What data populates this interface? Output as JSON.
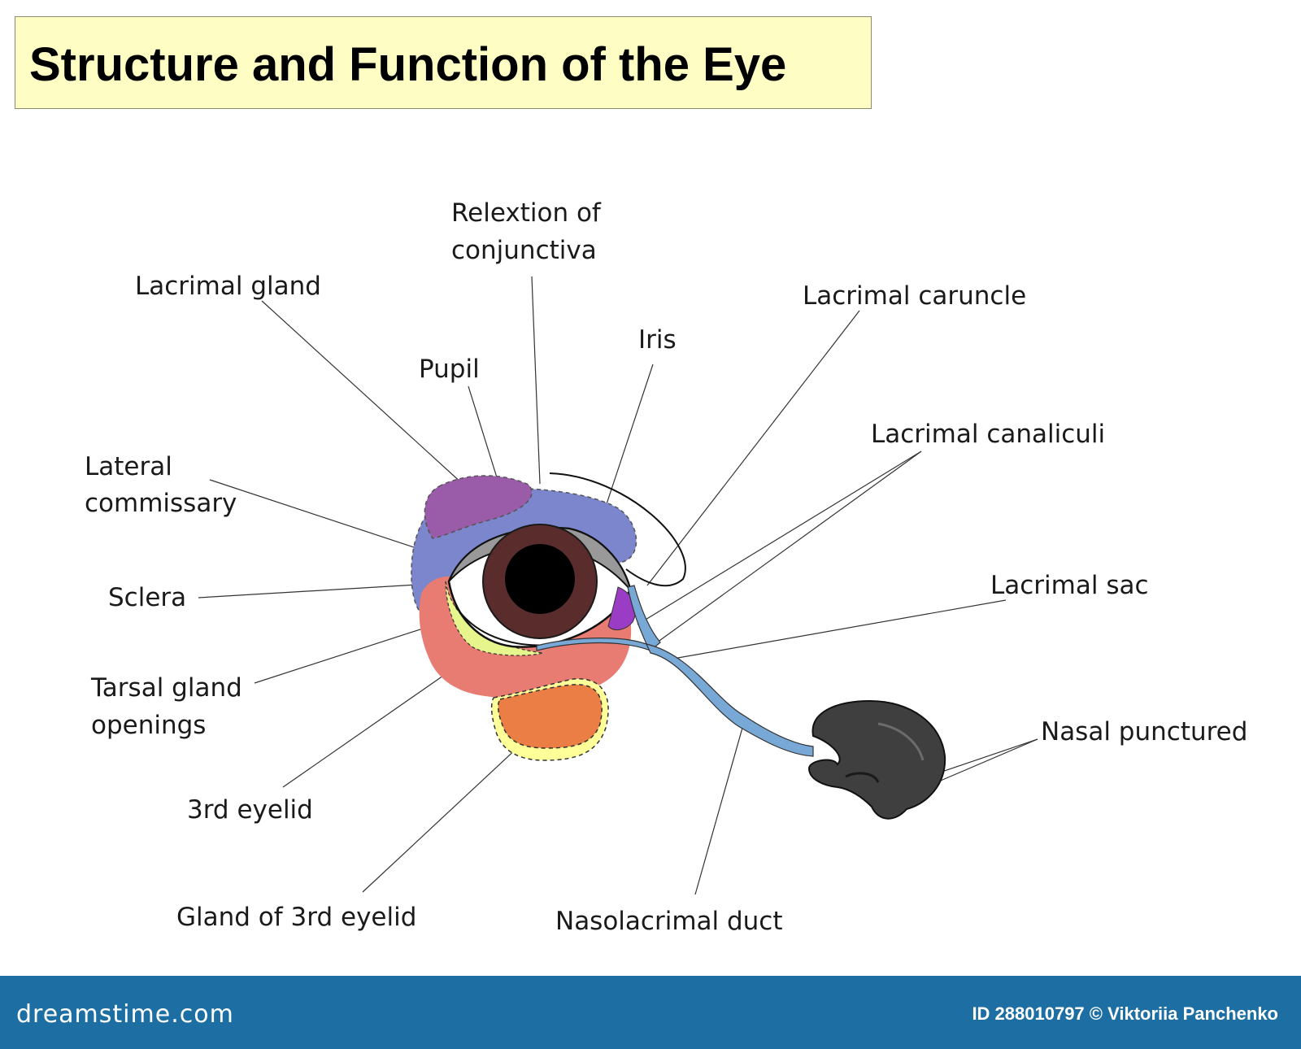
{
  "title": "Structure and Function of the Eye",
  "labels": {
    "relextion_line1": "Relextion of",
    "relextion_line2": "conjunctiva",
    "lacrimal_gland": "Lacrimal gland",
    "lacrimal_caruncle": "Lacrimal caruncle",
    "iris": "Iris",
    "pupil": "Pupil",
    "lacrimal_canaliculi": "Lacrimal canaliculi",
    "lateral_commissary_line1": "Lateral",
    "lateral_commissary_line2": "commissary",
    "lacrimal_sac": "Lacrimal sac",
    "sclera": "Sclera",
    "tarsal_gland_line1": "Tarsal gland",
    "tarsal_gland_line2": "openings",
    "nasal_punctured": "Nasal punctured",
    "third_eyelid": "3rd eyelid",
    "gland_third_eyelid": "Gland of 3rd eyelid",
    "nasolacrimal_duct": "Nasolacrimal duct"
  },
  "footer": {
    "logo": "dreamstime.com",
    "credit": "ID 288010797 © Viktoriia Panchenko"
  },
  "colors": {
    "title_bg": "#fdfdc4",
    "footer_bg": "#1d6fa3",
    "lacrimal_gland": "#9a5ca8",
    "conjunctiva": "#7b86cc",
    "third_eyelid": "#e97c72",
    "gland_third_eyelid": "#ea7e45",
    "tarsal_gland": "#e6f58c",
    "iris": "#5b2c2c",
    "caruncle": "#9b3cc4",
    "duct": "#78a9d6",
    "nose": "#3f3f3f"
  }
}
